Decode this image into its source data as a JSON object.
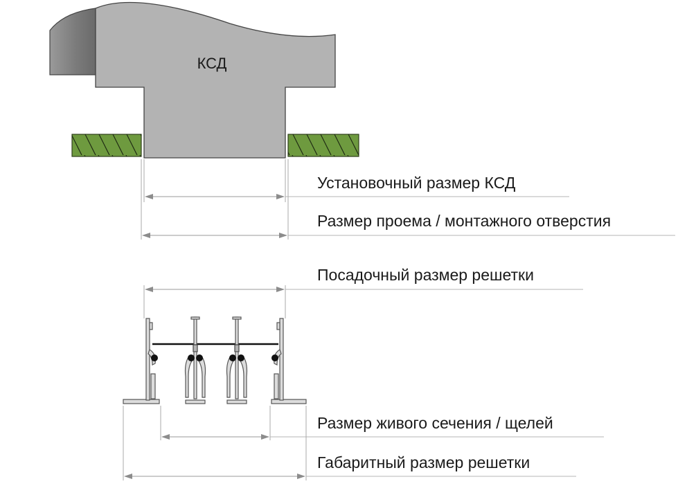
{
  "ksd": {
    "label": "КСД",
    "body_color": "#b3b3b3",
    "duct_color": "#8a8a8a"
  },
  "wall": {
    "fill_color": "#6e9a3f"
  },
  "dimensions": {
    "install_size": "Установочный размер КСД",
    "opening_size": "Размер проема / монтажного отверстия",
    "landing_size": "Посадочный размер решетки",
    "free_area_size": "Размер живого сечения / щелей",
    "overall_size": "Габаритный размер решетки"
  }
}
